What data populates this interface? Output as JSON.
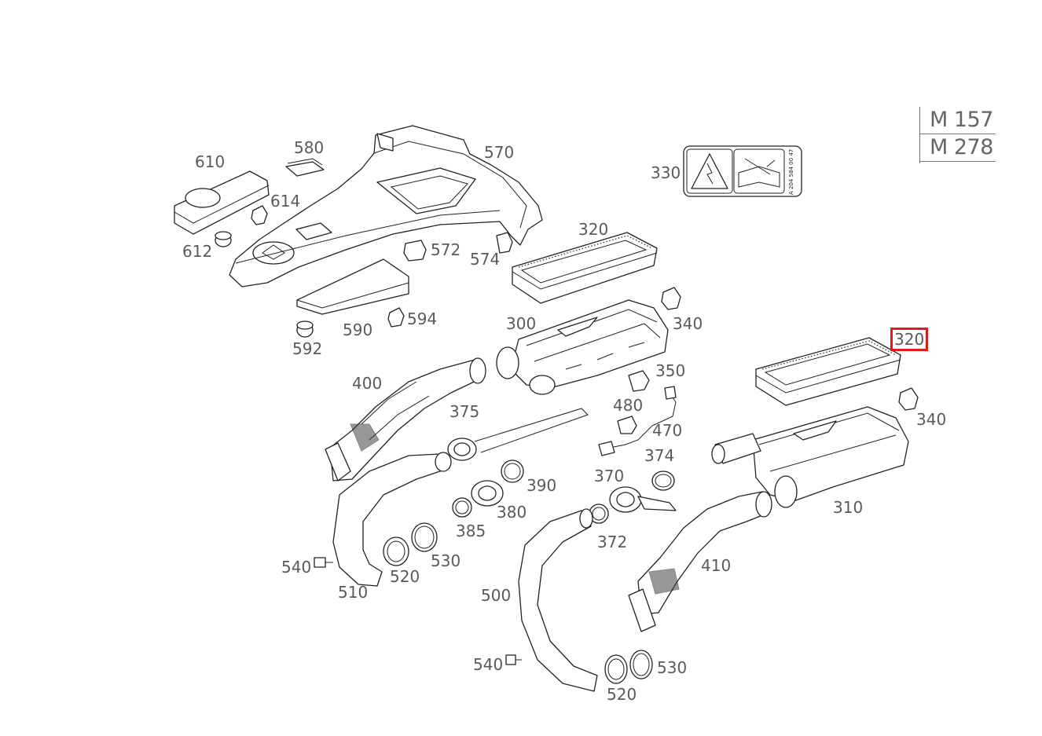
{
  "engine_codes": [
    "M 157",
    "M 278"
  ],
  "callouts": [
    {
      "id": "c-610",
      "text": "610"
    },
    {
      "id": "c-580",
      "text": "580"
    },
    {
      "id": "c-570",
      "text": "570"
    },
    {
      "id": "c-614",
      "text": "614"
    },
    {
      "id": "c-612",
      "text": "612"
    },
    {
      "id": "c-572",
      "text": "572"
    },
    {
      "id": "c-574",
      "text": "574"
    },
    {
      "id": "c-330",
      "text": "330"
    },
    {
      "id": "c-320a",
      "text": "320"
    },
    {
      "id": "c-320b",
      "text": "320",
      "highlighted": true
    },
    {
      "id": "c-300",
      "text": "300"
    },
    {
      "id": "c-340a",
      "text": "340"
    },
    {
      "id": "c-340b",
      "text": "340"
    },
    {
      "id": "c-594",
      "text": "594"
    },
    {
      "id": "c-590",
      "text": "590"
    },
    {
      "id": "c-592",
      "text": "592"
    },
    {
      "id": "c-350",
      "text": "350"
    },
    {
      "id": "c-400",
      "text": "400"
    },
    {
      "id": "c-375",
      "text": "375"
    },
    {
      "id": "c-480",
      "text": "480"
    },
    {
      "id": "c-470",
      "text": "470"
    },
    {
      "id": "c-374",
      "text": "374"
    },
    {
      "id": "c-370",
      "text": "370"
    },
    {
      "id": "c-390",
      "text": "390"
    },
    {
      "id": "c-380",
      "text": "380"
    },
    {
      "id": "c-385",
      "text": "385"
    },
    {
      "id": "c-372",
      "text": "372"
    },
    {
      "id": "c-310",
      "text": "310"
    },
    {
      "id": "c-410",
      "text": "410"
    },
    {
      "id": "c-540a",
      "text": "540"
    },
    {
      "id": "c-530a",
      "text": "530"
    },
    {
      "id": "c-520a",
      "text": "520"
    },
    {
      "id": "c-510",
      "text": "510"
    },
    {
      "id": "c-500",
      "text": "500"
    },
    {
      "id": "c-540b",
      "text": "540"
    },
    {
      "id": "c-520b",
      "text": "520"
    },
    {
      "id": "c-530b",
      "text": "530"
    }
  ],
  "warning_label": {
    "part_number": "A 204 584 00 47"
  },
  "colors": {
    "highlight": "#e31b1b",
    "line": "#222222",
    "label": "#5a5a5a"
  }
}
